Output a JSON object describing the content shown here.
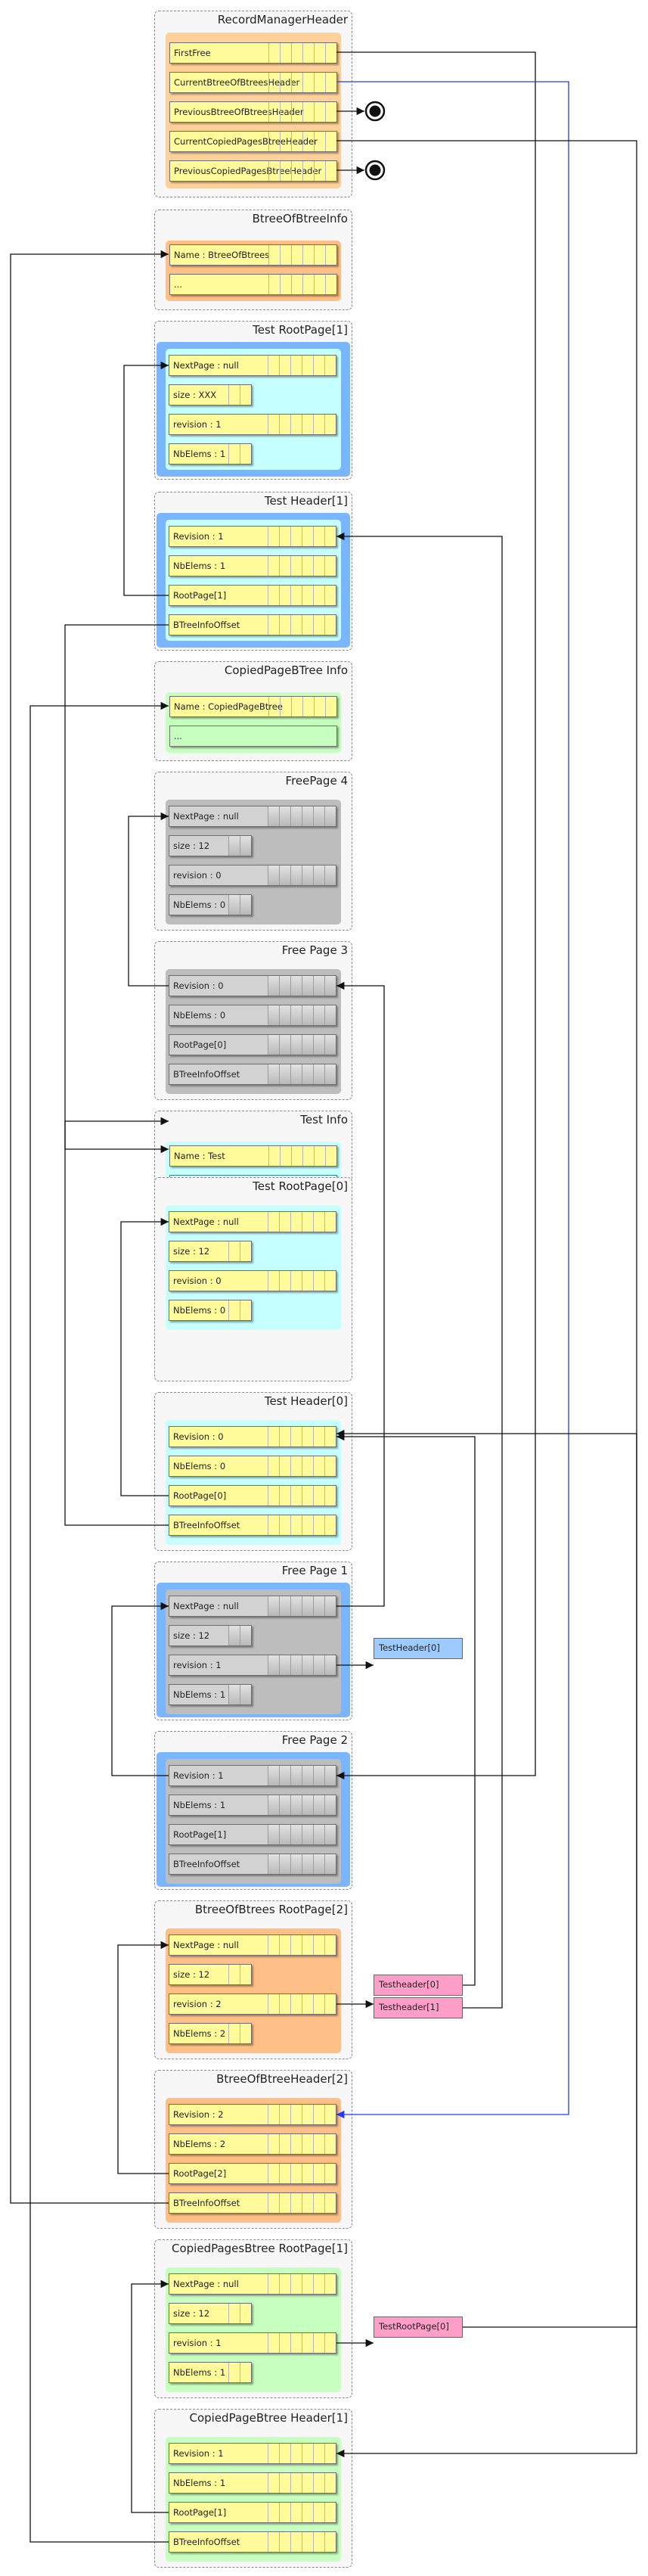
{
  "colors": {
    "yellow_field": "#fffb9a",
    "grey_field": "#d2d2d2",
    "blue_panel": "#7ab6ff",
    "orange_panel": "#ffbf86",
    "cyan_panel": "#c6ffff",
    "green_panel": "#c7ffc0",
    "grey_panel": "#bdbdbd",
    "blue_label": "#9ecbff",
    "pink_label": "#ff9ec8",
    "wire_black": "#111111",
    "wire_blue": "#1f3bff"
  },
  "groups": [
    {
      "title": "RecordManagerHeader",
      "fields": [
        "FirstFree",
        "CurrentBtreeOfBtreesHeader",
        "PreviousBtreeOfBtreesHeader",
        "CurrentCopiedPagesBtreeHeader",
        "PreviousCopiedPagesBtreeHeader"
      ]
    },
    {
      "title": "BtreeOfBtreeInfo",
      "fields": [
        "Name : BtreeOfBtrees",
        "..."
      ]
    },
    {
      "title": "Test RootPage[1]",
      "fields": [
        "NextPage : null",
        "size : XXX",
        "revision : 1",
        "NbElems : 1"
      ]
    },
    {
      "title": "Test Header[1]",
      "fields": [
        "Revision : 1",
        "NbElems : 1",
        "RootPage[1]",
        "BTreeInfoOffset"
      ]
    },
    {
      "title": "CopiedPageBTree Info",
      "fields": [
        "Name : CopiedPageBtree",
        "..."
      ]
    },
    {
      "title": "FreePage 4",
      "fields": [
        "NextPage : null",
        "size : 12",
        "revision : 0",
        "NbElems : 0"
      ]
    },
    {
      "title": "Free Page 3",
      "fields": [
        "Revision : 0",
        "NbElems : 0",
        "RootPage[0]",
        "BTreeInfoOffset"
      ]
    },
    {
      "title": "Test Info",
      "fields": [
        "Name : Test",
        "..."
      ]
    },
    {
      "title": "Test RootPage[0]",
      "fields": [
        "NextPage : null",
        "size : 12",
        "revision : 0",
        "NbElems : 0"
      ]
    },
    {
      "title": "Test Header[0]",
      "fields": [
        "Revision : 0",
        "NbElems : 0",
        "RootPage[0]",
        "BTreeInfoOffset"
      ]
    },
    {
      "title": "Free Page 1",
      "fields": [
        "NextPage : null",
        "size : 12",
        "revision : 1",
        "NbElems : 1"
      ]
    },
    {
      "title": "Free Page 2",
      "fields": [
        "Revision : 1",
        "NbElems : 1",
        "RootPage[1]",
        "BTreeInfoOffset"
      ]
    },
    {
      "title": "BtreeOfBtrees RootPage[2]",
      "fields": [
        "NextPage : null",
        "size : 12",
        "revision : 2",
        "NbElems : 2"
      ]
    },
    {
      "title": "BtreeOfBtreeHeader[2]",
      "fields": [
        "Revision : 2",
        "NbElems : 2",
        "RootPage[2]",
        "BTreeInfoOffset"
      ]
    },
    {
      "title": "CopiedPagesBtree RootPage[1]",
      "fields": [
        "NextPage : null",
        "size : 12",
        "revision : 1",
        "NbElems : 1"
      ]
    },
    {
      "title": "CopiedPageBtree Header[1]",
      "fields": [
        "Revision : 1",
        "NbElems : 1",
        "RootPage[1]",
        "BTreeInfoOffset"
      ]
    }
  ],
  "labels": [
    "TestHeader[0]",
    "Testheader[0]",
    "Testheader[1]",
    "TestRootPage[0]"
  ]
}
